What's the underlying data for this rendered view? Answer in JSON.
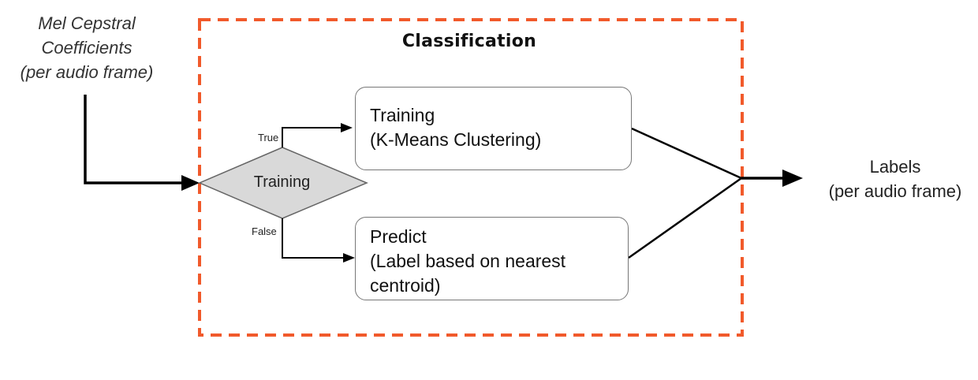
{
  "input": {
    "lines": [
      "Mel Cepstral",
      "Coefficients",
      "(per audio frame)"
    ]
  },
  "group": {
    "title": "Classification",
    "border_color": "#f15a2b"
  },
  "decision": {
    "label": "Training",
    "fill_color": "#d9d9d9",
    "true_label": "True",
    "false_label": "False"
  },
  "training_box": {
    "line1": "Training",
    "line2": "(K-Means Clustering)"
  },
  "predict_box": {
    "line1": "Predict",
    "line2": "(Label based on nearest",
    "line3": "centroid)"
  },
  "output": {
    "lines": [
      "Labels",
      "(per audio frame)"
    ]
  }
}
